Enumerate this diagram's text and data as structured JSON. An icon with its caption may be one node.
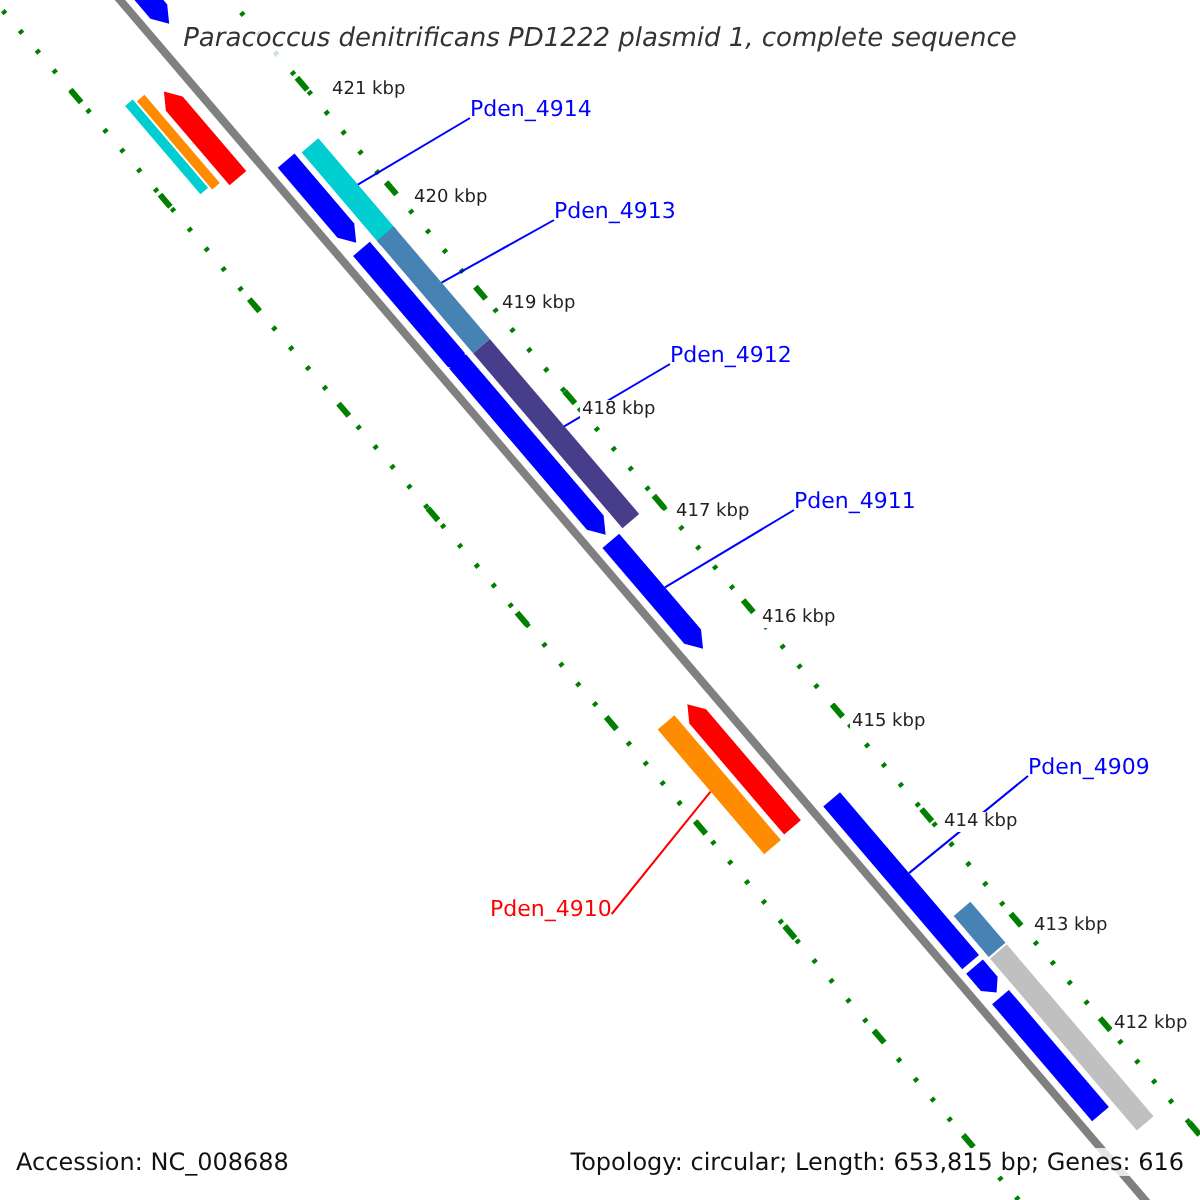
{
  "diagram": {
    "title": "Paracoccus denitrificans PD1222 plasmid 1, complete sequence",
    "nodes": [
      {
        "text": [
          "Pden_4914"
        ]
      },
      {
        "text": [],
        "shape": "bar"
      },
      {
        "text": [
          "Pden_4913"
        ]
      },
      {
        "text": [],
        "shape": "bar"
      },
      {
        "text": [
          "Pden_4912"
        ]
      },
      {
        "text": [],
        "shape": "bar"
      },
      {
        "text": [
          "Pden_4911"
        ]
      },
      {
        "text": [],
        "shape": "bar"
      },
      {
        "text": [
          "Pden_4909"
        ]
      },
      {
        "text": [],
        "shape": "bar"
      },
      {
        "text": [
          "Pden_4910"
        ]
      },
      {
        "text": [],
        "shape": "bar"
      },
      {
        "text": [],
        "shape": "bar"
      },
      {
        "text": [],
        "shape": "bar"
      },
      {
        "text": [],
        "shape": "bar"
      },
      {
        "text": [],
        "shape": "bar"
      },
      {
        "text": [],
        "shape": "bar"
      },
      {
        "text": [],
        "shape": "bar"
      },
      {
        "text": [],
        "shape": "bar"
      },
      {
        "text": [],
        "shape": "bar"
      },
      {
        "text": [],
        "shape": "bar"
      },
      {
        "text": [],
        "shape": "bar"
      },
      {
        "text": [],
        "shape": "bar"
      },
      {
        "text": [],
        "shape": "bar"
      }
    ],
    "edges": [
      {
        "from": 0,
        "to": 1,
        "arrow": "none"
      },
      {
        "from": 2,
        "to": 3,
        "arrow": "none"
      },
      {
        "from": 4,
        "to": 5,
        "arrow": "none"
      },
      {
        "from": 6,
        "to": 7,
        "arrow": "none"
      },
      {
        "from": 8,
        "to": 9,
        "arrow": "none"
      },
      {
        "from": 10,
        "to": 11,
        "arrow": "none",
        "color": "#ff0000"
      }
    ],
    "labels": [
      "421 kbp",
      "420 kbp",
      "419 kbp",
      "418 kbp",
      "417 kbp",
      "416 kbp",
      "415 kbp",
      "414 kbp",
      "413 kbp",
      "412 kbp",
      "Accession: NC_008688",
      "Topology: circular; Length: 653,815 bp; Genes: 616"
    ]
  }
}
